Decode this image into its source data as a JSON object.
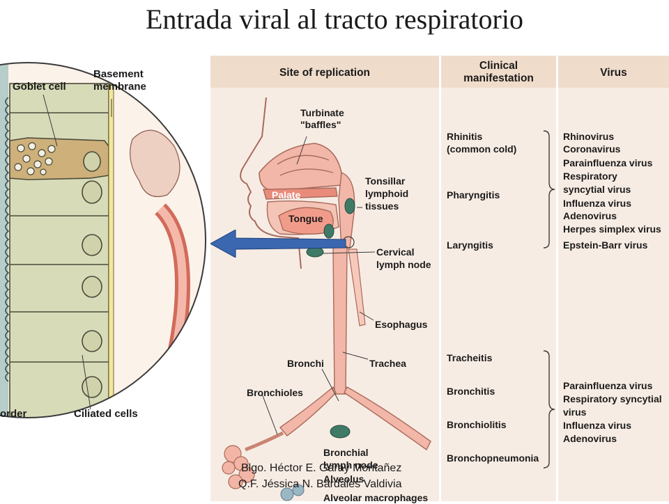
{
  "title": "Entrada viral al tracto respiratorio",
  "headers": {
    "site": "Site of replication",
    "clinical_1": "Clinical",
    "clinical_2": "manifestation",
    "virus": "Virus"
  },
  "cell_labels": {
    "goblet": "Goblet cell",
    "basement_1": "Basement",
    "basement_2": "membrane",
    "border": "order",
    "ciliated": "Ciliated cells"
  },
  "anatomy": {
    "turbinate_1": "Turbinate",
    "turbinate_2": "\"baffles\"",
    "palate": "Palate",
    "tongue": "Tongue",
    "tonsillar_1": "Tonsillar",
    "tonsillar_2": "lymphoid",
    "tonsillar_3": "tissues",
    "cervical_1": "Cervical",
    "cervical_2": "lymph node",
    "esophagus": "Esophagus",
    "bronchi": "Bronchi",
    "trachea": "Trachea",
    "bronchioles": "Bronchioles",
    "bronchial_1": "Bronchial",
    "bronchial_2": "lymph node",
    "alveolus": "Alveolus",
    "alveolar": "Alveolar macrophages"
  },
  "clinical": {
    "upper": [
      "Rhinitis",
      "(common cold)",
      "Pharyngitis",
      "Laryngitis"
    ],
    "lower": [
      "Tracheitis",
      "Bronchitis",
      "Bronchiolitis",
      "Bronchopneumonia"
    ]
  },
  "viruses": {
    "upper": [
      "Rhinovirus",
      "Coronavirus",
      "Parainfluenza virus",
      "Respiratory",
      "syncytial virus",
      "Influenza virus",
      "Adenovirus",
      "Herpes simplex virus",
      "Epstein-Barr virus"
    ],
    "lower": [
      "Parainfluenza virus",
      "Respiratory syncytial",
      "virus",
      "Influenza virus",
      "Adenovirus"
    ]
  },
  "credits": {
    "line1": "Blgo. Héctor E. Garay Montañez",
    "line2": "Q.F. Jéssica N. Bardales Valdivia"
  },
  "colors": {
    "panel": "#f7ece4",
    "header": "#f0dccb",
    "tissue": "#f2b7a8",
    "lymph": "#3f7a66",
    "arrow": "#3a67b0",
    "cell": "#d8dbb8"
  }
}
